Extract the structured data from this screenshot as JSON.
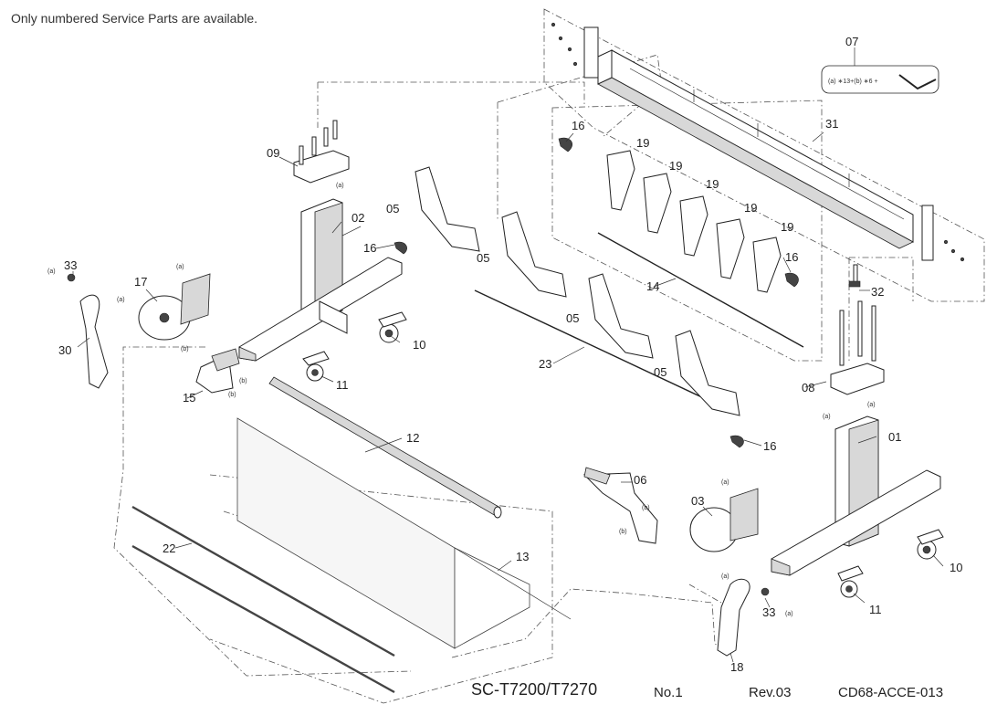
{
  "header_note": "Only numbered Service Parts are available.",
  "footer": {
    "model": "SC-T7200/T7270",
    "sheet": "No.1",
    "revision": "Rev.03",
    "code": "CD68-ACCE-013"
  },
  "callout_07": {
    "label": "07",
    "formula": "(a) ∗13+(b) ∗6 +"
  },
  "screw_markers": {
    "a": "(a)",
    "b": "(b)"
  },
  "part_labels": {
    "p01": "01",
    "p02": "02",
    "p03": "03",
    "p05a": "05",
    "p05b": "05",
    "p05c": "05",
    "p05d": "05",
    "p06": "06",
    "p08": "08",
    "p09": "09",
    "p10a": "10",
    "p10b": "10",
    "p11a": "11",
    "p11b": "11",
    "p12": "12",
    "p13": "13",
    "p14": "14",
    "p15": "15",
    "p16a": "16",
    "p16b": "16",
    "p16c": "16",
    "p16d": "16",
    "p17": "17",
    "p18": "18",
    "p19a": "19",
    "p19b": "19",
    "p19c": "19",
    "p19d": "19",
    "p19e": "19",
    "p22": "22",
    "p23": "23",
    "p30": "30",
    "p31": "31",
    "p32": "32",
    "p33a": "33",
    "p33b": "33"
  }
}
